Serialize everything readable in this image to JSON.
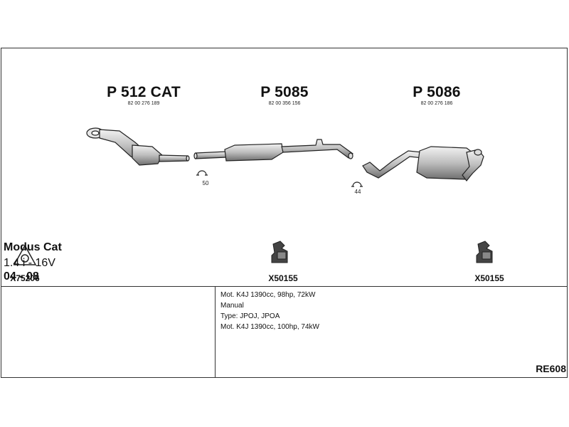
{
  "parts": [
    {
      "title": "P 512 CAT",
      "number": "82 00 276 189"
    },
    {
      "title": "P 5085",
      "number": "82 00 356 156"
    },
    {
      "title": "P 5086",
      "number": "82 00 276 186"
    }
  ],
  "clamps": [
    "50",
    "44"
  ],
  "accessories": [
    {
      "code": "X75206",
      "icon": "gasket-icon"
    },
    {
      "code": "X50155",
      "icon": "rubber-mount-icon"
    },
    {
      "code": "X50155",
      "icon": "rubber-mount-icon"
    }
  ],
  "vehicle": {
    "model": "Modus Cat",
    "engine": "1.4 i - 16V",
    "years": "04 - 08"
  },
  "specs": [
    "Mot. K4J 1390cc, 98hp, 72kW",
    "Manual",
    "Type: JPOJ, JPOA",
    "Mot. K4J 1390cc, 100hp, 74kW"
  ],
  "reference": "RE608"
}
